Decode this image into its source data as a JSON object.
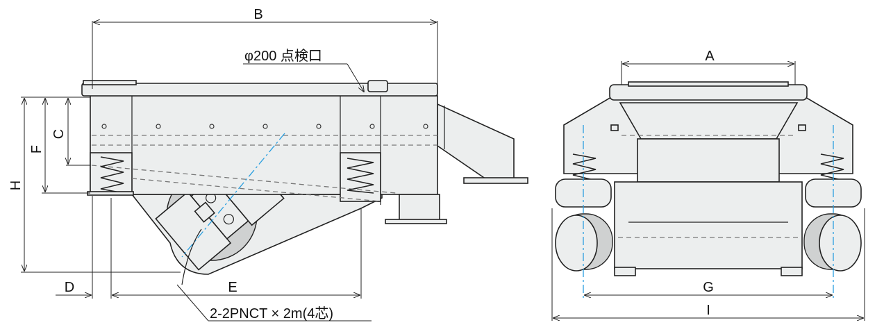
{
  "drawing": {
    "title": "Vibrating feeder outline drawing",
    "dimensions": {
      "A": "A",
      "B": "B",
      "C": "C",
      "D": "D",
      "E": "E",
      "F": "F",
      "G": "G",
      "H": "H",
      "I": "I"
    },
    "annotations": {
      "inspection_port": "φ200 点検口",
      "cable": "2-2PNCT × 2m(4芯)"
    },
    "colors": {
      "body": "#eceeee",
      "axis": "#2a9fe0",
      "line": "#222222"
    }
  }
}
